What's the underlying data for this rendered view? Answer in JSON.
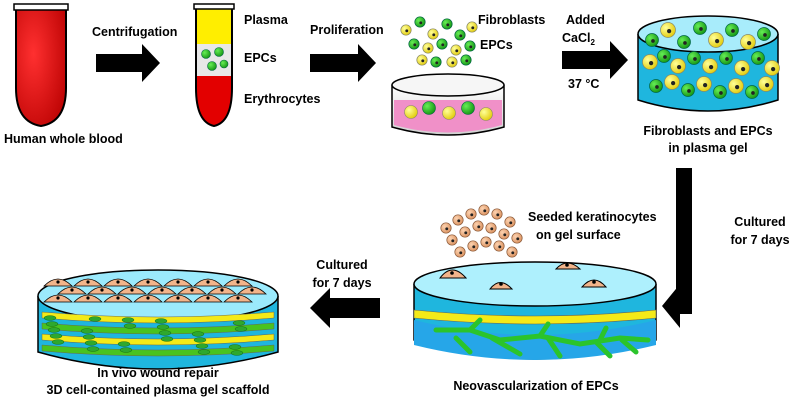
{
  "diagram": {
    "steps": {
      "whole_blood": "Human whole blood",
      "centrifugation": "Centrifugation",
      "proliferation": "Proliferation",
      "plasma": "Plasma",
      "epcs_tube": "EPCs",
      "erythrocytes": "Erythrocytes",
      "fibroblasts": "Fibroblasts",
      "epcs_dish": "EPCs",
      "added": "Added",
      "cacl": "CaCl",
      "cacl_sub": "2",
      "temperature": "37 °C",
      "gel_line1": "Fibroblasts and EPCs",
      "gel_line2": "in plasma gel",
      "cultured_right_1": "Cultured",
      "cultured_right_2": "for 7 days",
      "seeded_1": "Seeded keratinocytes",
      "seeded_2": "on gel surface",
      "neovasc": "Neovascularization of EPCs",
      "cultured_left_1": "Cultured",
      "cultured_left_2": "for 7 days",
      "invivo": "In vivo wound repair",
      "scaffold": "3D cell-contained plasma gel scaffold"
    },
    "colors": {
      "blood": "#e60000",
      "plasma": "#ffee00",
      "cyan_gel": "#33ccee",
      "gel_light": "#bfeff8",
      "epc": "#1cc41c",
      "fibroblast": "#ffee00",
      "keratinocyte": "#f2b48a",
      "arrow": "#000000"
    }
  }
}
